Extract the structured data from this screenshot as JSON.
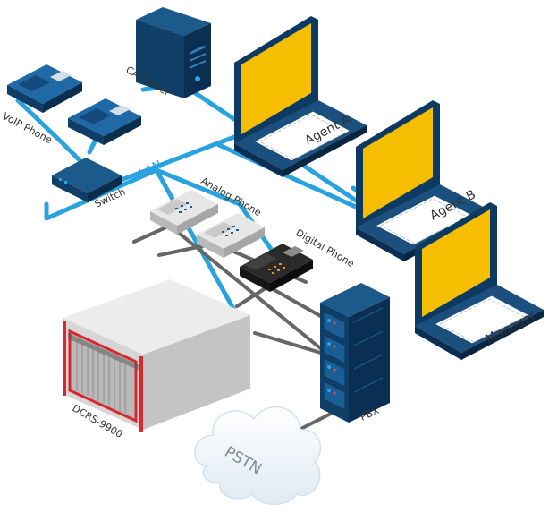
{
  "labels": {
    "ca_server": "CA Server",
    "voip_phone": "VoIP Phone",
    "switch": "Switch",
    "lan": "LAN",
    "agent_a": "Agent A",
    "agent_b": "Agent B",
    "manager": "Manager",
    "analog_phone": "Analog Phone",
    "digital_phone": "Digital Phone",
    "recorder": "DCRS-9900",
    "pbx": "PBX",
    "pstn": "PSTN"
  },
  "colors": {
    "lan_line": "#29a3e0",
    "phone_line": "#666666",
    "device_navy": "#0d3a63",
    "screen": "#f6be00",
    "recorder_accent": "#d9272e",
    "analog_phone": "#d9d9d9",
    "digital_phone": "#2a2a2a",
    "cloud": "#eef4fa"
  },
  "icons": [
    "server-icon",
    "voip-phone-icon",
    "switch-icon",
    "laptop-icon",
    "analog-phone-icon",
    "digital-phone-icon",
    "recorder-icon",
    "pbx-rack-icon",
    "cloud-icon"
  ]
}
